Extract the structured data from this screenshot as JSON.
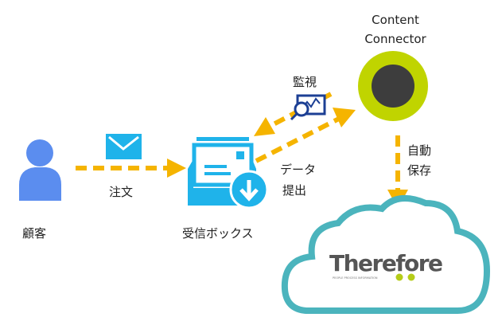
{
  "labels": {
    "customer": "顧客",
    "order": "注文",
    "inbox": "受信ボックス",
    "monitor": "監視",
    "submit_line1": "データ",
    "submit_line2": "提出",
    "connector_line1": "Content",
    "connector_line2": "Connector",
    "autosave_line1": "自動",
    "autosave_line2": "保存"
  },
  "logo": {
    "name": "Therefore",
    "tagline": "PEOPLE PROCESS INFORMATION"
  },
  "colors": {
    "person": "#5b8def",
    "mail": "#1fb3ea",
    "arrow": "#f5b400",
    "connector_ring": "#c0d400",
    "connector_core": "#3d3d3d",
    "cloud": "#4bb4bd",
    "logo_text": "#555555",
    "logo_dots": "#b5cc18"
  }
}
